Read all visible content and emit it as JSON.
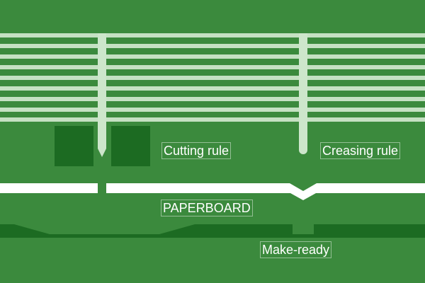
{
  "diagram": {
    "colors": {
      "background": "#3b8a3d",
      "stripe": "#c5e1c3",
      "rule": "#cde6cb",
      "pad": "#1c6b22",
      "paperboard": "#ffffff",
      "makeready": "#1c6b22"
    },
    "labels": {
      "cutting_rule": "Cutting rule",
      "creasing_rule": "Creasing rule",
      "paperboard": "PAPERBOARD",
      "make_ready": "Make-ready"
    }
  }
}
